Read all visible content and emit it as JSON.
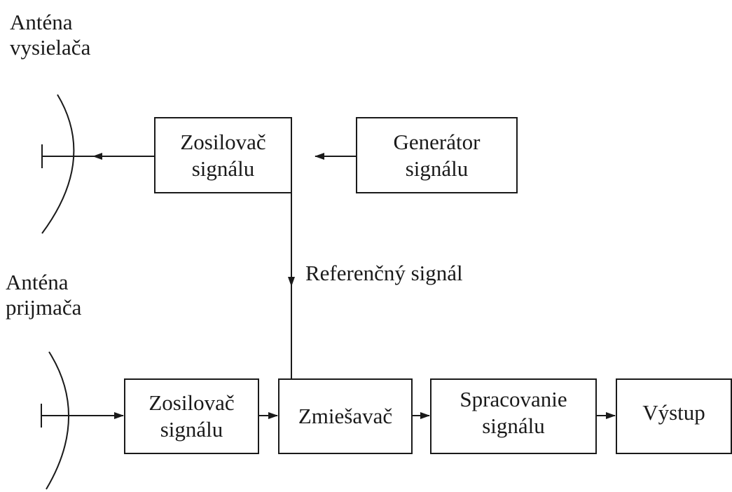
{
  "labels": {
    "tx_antenna": "Anténa\nvysielača",
    "rx_antenna": "Anténa\nprijmača",
    "reference_signal": "Referenčný signál"
  },
  "blocks": {
    "tx_amplifier": "Zosilovač\nsignálu",
    "signal_generator": "Generátor\nsignálu",
    "rx_amplifier": "Zosilovač\nsignálu",
    "mixer": "Zmiešavač",
    "signal_processing": "Spracovanie\nsignálu",
    "output": "Výstup"
  }
}
